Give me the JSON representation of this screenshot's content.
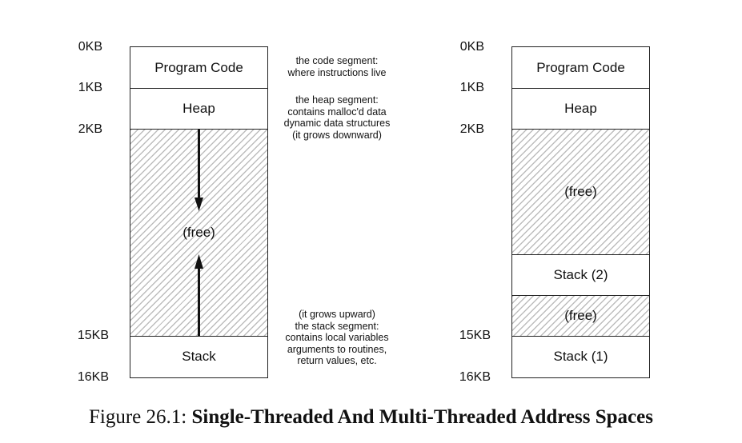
{
  "left_diagram": {
    "kb_labels": [
      "0KB",
      "1KB",
      "2KB",
      "15KB",
      "16KB"
    ],
    "segments": {
      "code": "Program Code",
      "heap": "Heap",
      "free": "(free)",
      "stack": "Stack"
    }
  },
  "annotations": {
    "code": [
      "the code segment:",
      "where instructions live"
    ],
    "heap": [
      "the heap segment:",
      "contains malloc'd data",
      "dynamic data structures",
      "(it grows downward)"
    ],
    "stack": [
      "(it grows upward)",
      "the stack segment:",
      "contains local variables",
      "arguments to routines,",
      "return values, etc."
    ]
  },
  "right_diagram": {
    "kb_labels": [
      "0KB",
      "1KB",
      "2KB",
      "15KB",
      "16KB"
    ],
    "segments": {
      "code": "Program Code",
      "heap": "Heap",
      "free1": "(free)",
      "stack2": "Stack (2)",
      "free2": "(free)",
      "stack1": "Stack (1)"
    }
  },
  "caption": {
    "prefix": "Figure 26.1:",
    "title": "Single-Threaded And Multi-Threaded Address Spaces"
  }
}
